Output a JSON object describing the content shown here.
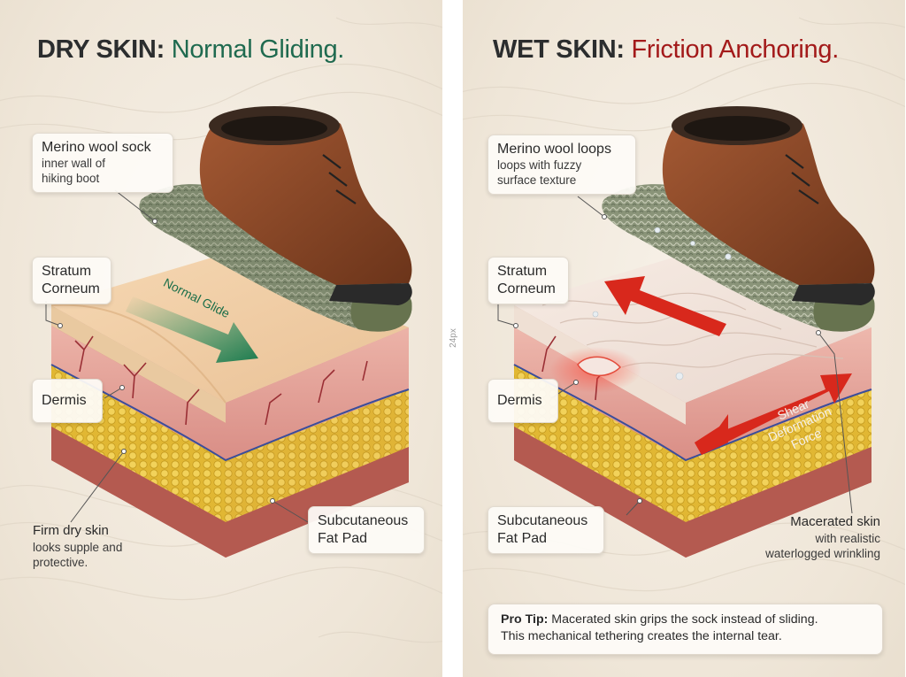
{
  "gutter_label": "24px",
  "left_panel": {
    "title_bold": "DRY SKIN:",
    "title_accent": "Normal Gliding.",
    "arrow_label": "Normal Glide",
    "labels": {
      "sock_title": "Merino wool sock",
      "sock_line1": "inner wall of",
      "sock_line2": "hiking boot",
      "stratum_line1": "Stratum",
      "stratum_line2": "Corneum",
      "dermis": "Dermis",
      "firm_title": "Firm dry skin",
      "firm_line1": "looks supple and",
      "firm_line2": "protective.",
      "fat_line1": "Subcutaneous",
      "fat_line2": "Fat Pad"
    }
  },
  "right_panel": {
    "title_bold": "WET SKIN:",
    "title_accent": "Friction Anchoring.",
    "force_line1": "Shear",
    "force_line2": "Deformation",
    "force_line3": "Force",
    "labels": {
      "loops_title": "Merino wool loops",
      "loops_line1": "loops with fuzzy",
      "loops_line2": "surface texture",
      "stratum_line1": "Stratum",
      "stratum_line2": "Corneum",
      "dermis": "Dermis",
      "fat_line1": "Subcutaneous",
      "fat_line2": "Fat Pad",
      "macerated_title": "Macerated skin",
      "macerated_line1": "with realistic",
      "macerated_line2": "waterlogged wrinkling"
    },
    "tip_label": "Pro Tip:",
    "tip_line1": " Macerated skin grips the sock instead of sliding.",
    "tip_line2": "This mechanical tethering creates the internal tear."
  },
  "colors": {
    "green_accent": "#1f6a4f",
    "red_accent": "#a31a1a",
    "background": "#f2eadf"
  }
}
